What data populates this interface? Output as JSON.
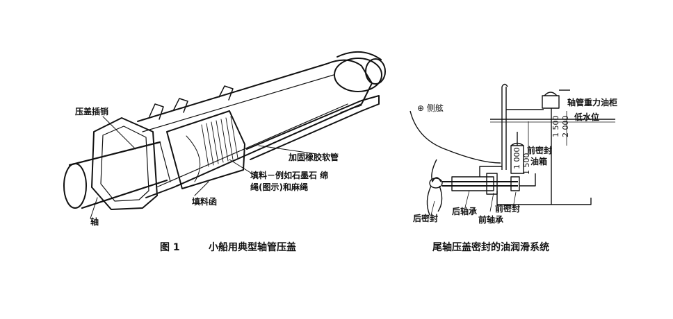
{
  "figure1": {
    "labels": {
      "gland_pin": "压盖插销",
      "reinforced_hose": "加固橡胶软管",
      "packing_line1": "填料－例如石墨石 绵",
      "packing_line2": "绳(图示)和麻绳",
      "stuffing_box": "填料函",
      "shaft": "轴"
    },
    "caption_number": "图 1",
    "caption_title": "小船用典型轴管压盖"
  },
  "figure2": {
    "labels": {
      "hull": "⊕ 侧舷",
      "gravity_tank": "轴管重力油柜",
      "low_water": "低水位",
      "front_seal_tank_1": "前密封",
      "front_seal_tank_2": "油箱",
      "rear_seal": "后密封",
      "rear_bearing": "后轴承",
      "front_seal": "前密封",
      "front_bearing": "前轴承"
    },
    "dims": [
      "1 500",
      "2 000",
      "1 000",
      "1 500"
    ],
    "caption": "尾轴压盖密封的油润滑系统"
  }
}
